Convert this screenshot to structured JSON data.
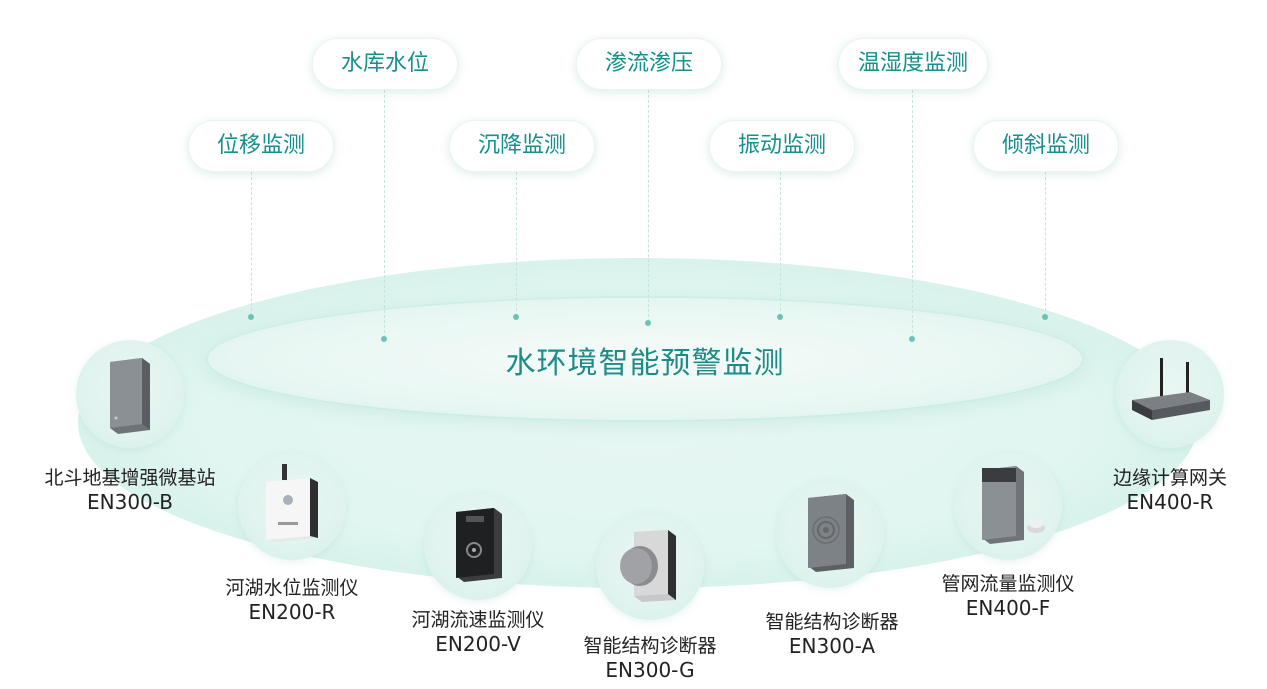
{
  "center_title": "水环境智能预警监测",
  "categories": [
    "水库水位",
    "渗流渗压",
    "温湿度监测",
    "位移监测",
    "沉降监测",
    "振动监测",
    "倾斜监测"
  ],
  "devices": [
    {
      "name": "北斗地基增强微基站",
      "model": "EN300-B",
      "icon": "micro-base-station-icon"
    },
    {
      "name": "河湖水位监测仪",
      "model": "EN200-R",
      "icon": "water-level-monitor-icon"
    },
    {
      "name": "河湖流速监测仪",
      "model": "EN200-V",
      "icon": "flow-velocity-monitor-icon"
    },
    {
      "name": "智能结构诊断器",
      "model": "EN300-G",
      "icon": "structure-diagnoser-g-icon"
    },
    {
      "name": "智能结构诊断器",
      "model": "EN300-A",
      "icon": "structure-diagnoser-a-icon"
    },
    {
      "name": "管网流量监测仪",
      "model": "EN400-F",
      "icon": "pipe-flow-monitor-icon"
    },
    {
      "name": "边缘计算网关",
      "model": "EN400-R",
      "icon": "edge-gateway-icon"
    }
  ],
  "colors": {
    "accent": "#16908c",
    "ring": "#dcf3ed",
    "text": "#222222"
  }
}
